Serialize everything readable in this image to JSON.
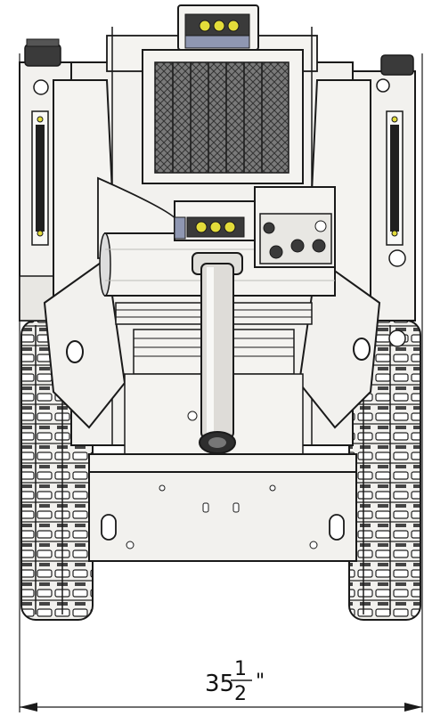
{
  "dimension": {
    "whole": "35",
    "numerator": "1",
    "denominator": "2",
    "unit": "\""
  },
  "colors": {
    "line": "#1a1a1a",
    "body": "#f2f1ee",
    "shade": "#d9d8d4",
    "dark": "#3a3a3a",
    "mesh": "#5a5a5a",
    "light_yellow": "#e3dc3a",
    "light_housing": "#8f97b2",
    "red_part": "#c0282c"
  }
}
